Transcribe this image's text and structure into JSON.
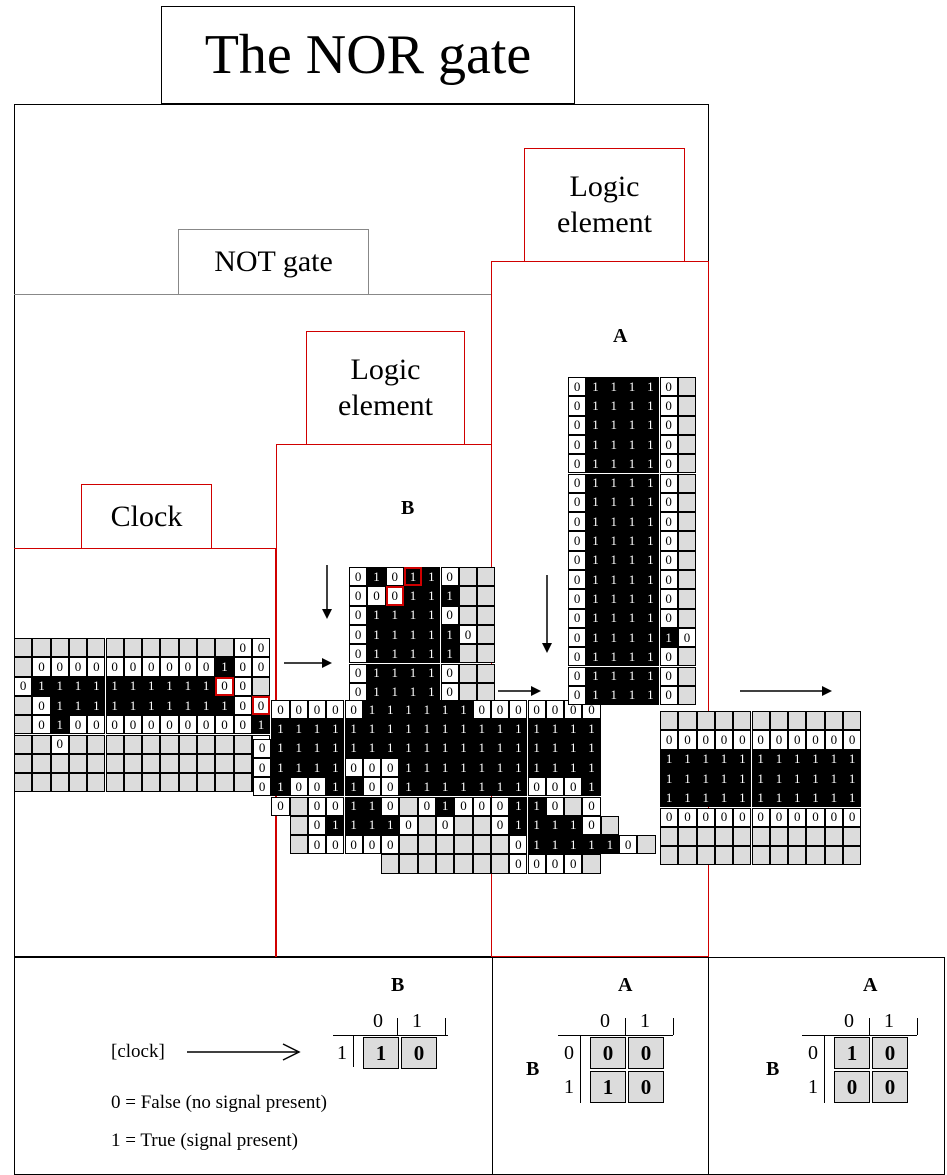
{
  "title": "The NOR gate",
  "labels": {
    "not_gate": "NOT gate",
    "logic_element_left": "Logic element",
    "logic_element_right": "Logic element",
    "clock": "Clock",
    "input_a": "A",
    "input_b": "B"
  },
  "colors": {
    "outline_black": "#000000",
    "outline_red": "#d00000",
    "outline_gray": "#888888",
    "cell_gray": "#dcdcdc",
    "cell_black": "#000000"
  },
  "legend": {
    "clock_label": "[clock]",
    "false_text": "0 = False (no signal present)",
    "true_text": "1 = True (signal present)"
  },
  "truth_tables": [
    {
      "col_var": "B",
      "col_headers": [
        "0",
        "1"
      ],
      "row_var": "",
      "rows": [
        {
          "label": "1",
          "values": [
            "1",
            "0"
          ]
        }
      ]
    },
    {
      "col_var": "A",
      "col_headers": [
        "0",
        "1"
      ],
      "row_var": "B",
      "rows": [
        {
          "label": "0",
          "values": [
            "0",
            "0"
          ]
        },
        {
          "label": "1",
          "values": [
            "1",
            "0"
          ]
        }
      ]
    },
    {
      "col_var": "A",
      "col_headers": [
        "0",
        "1"
      ],
      "row_var": "B",
      "rows": [
        {
          "label": "0",
          "values": [
            "1",
            "0"
          ]
        },
        {
          "label": "1",
          "values": [
            "0",
            "0"
          ]
        }
      ]
    }
  ]
}
